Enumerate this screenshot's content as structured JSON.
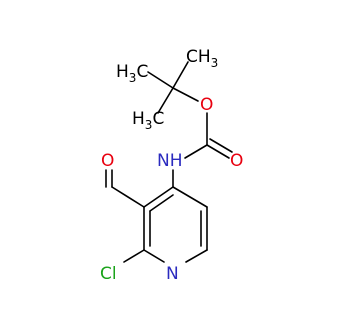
{
  "molecule": {
    "colors": {
      "bond": "#000000",
      "oxygen": "#e8000f",
      "nitrogen": "#2b2bbf",
      "chlorine": "#1aa31a",
      "carbon_label": "#000000"
    },
    "labels": {
      "methyl_top_right": "CH",
      "methyl_top_right_sub": "3",
      "methyl_left_upper_sub": "3",
      "methyl_left_upper": "C",
      "methyl_left_upper_h": "H",
      "methyl_left_lower_h": "H",
      "methyl_left_lower_sub": "3",
      "methyl_left_lower": "C",
      "ester_oxygen": "O",
      "carbonyl_oxygen": "O",
      "amide_nh": "NH",
      "aldehyde_oxygen": "O",
      "ring_nitrogen": "N",
      "chlorine": "Cl"
    }
  }
}
